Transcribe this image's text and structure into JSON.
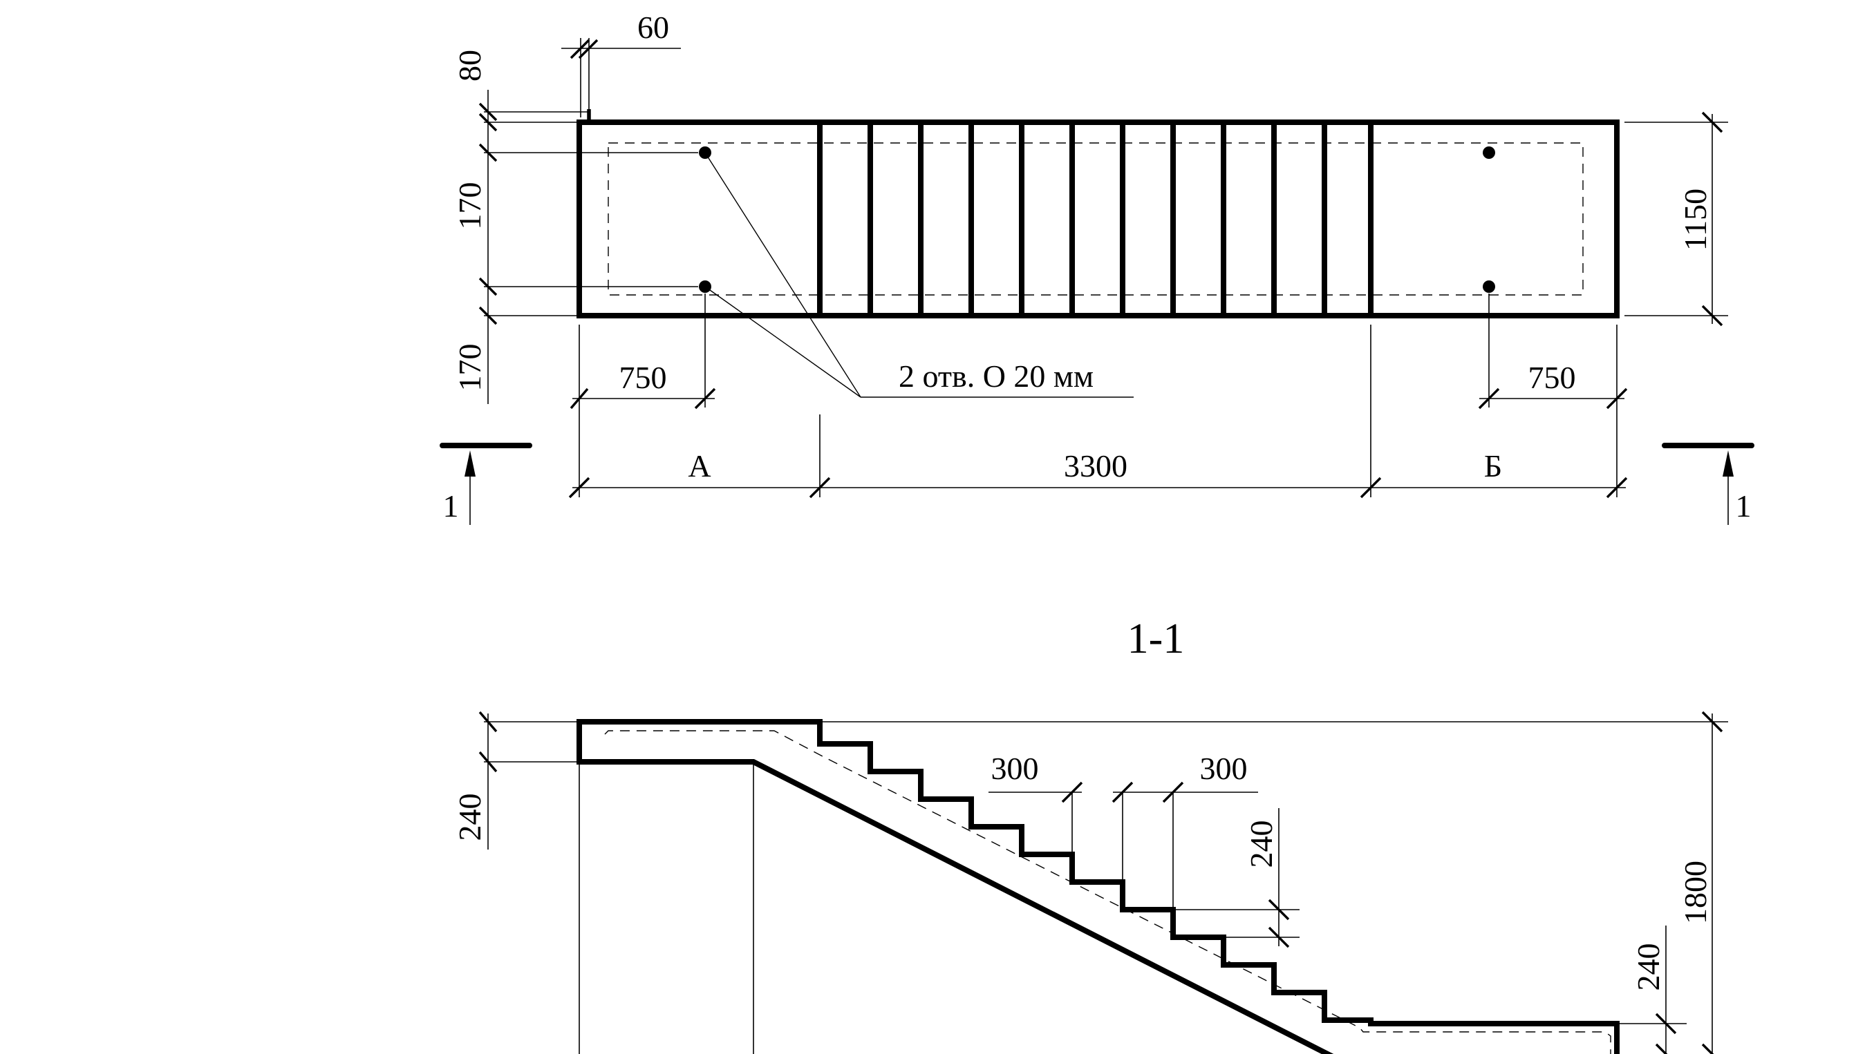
{
  "plan": {
    "dim_top_80": "80",
    "dim_top_60": "60",
    "dim_left_170_upper": "170",
    "dim_left_170_lower": "170",
    "dim_right_1150": "1150",
    "dim_left_750": "750",
    "dim_right_750": "750",
    "holes_note": "2 отв. О 20 мм",
    "zone_a": "А",
    "dim_middle_3300": "3300",
    "zone_b": "Б",
    "section_mark_left": "1",
    "section_mark_right": "1"
  },
  "section": {
    "title": "1-1",
    "dim_left_240": "240",
    "dim_tread_1": "300",
    "dim_tread_2": "300",
    "dim_riser_240": "240",
    "dim_right_240": "240",
    "dim_right_1800": "1800"
  }
}
